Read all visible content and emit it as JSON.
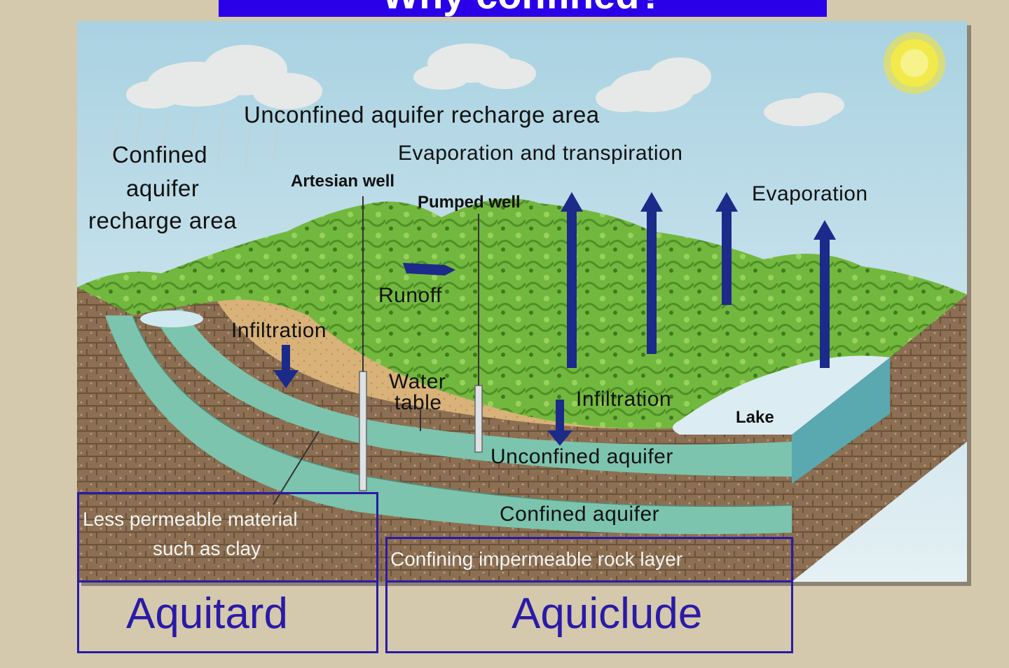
{
  "title": "Why confined?",
  "labels": {
    "unconfined_recharge": "Unconfined aquifer recharge area",
    "confined_recharge_1": "Confined",
    "confined_recharge_2": "aquifer",
    "confined_recharge_3": "recharge area",
    "evap_transpiration": "Evaporation and transpiration",
    "artesian_well": "Artesian well",
    "pumped_well": "Pumped well",
    "evaporation": "Evaporation",
    "runoff": "Runoff",
    "infiltration_left": "Infiltration",
    "water_table_1": "Water",
    "water_table_2": "table",
    "infiltration_right": "Infiltration",
    "lake": "Lake",
    "unconfined_aquifer": "Unconfined aquifer",
    "confined_aquifer": "Confined aquifer",
    "less_permeable_1": "Less permeable material",
    "less_permeable_2": "such as clay",
    "confining_layer": "Confining impermeable rock layer"
  },
  "boxes": {
    "aquitard": "Aquitard",
    "aquiclude": "Aquiclude"
  },
  "colors": {
    "banner": "#2a00e8",
    "box_border": "#2a1aa8",
    "arrows": "#1c2a8a",
    "aquifer": "#79c2ad",
    "soil": "#d9b57a",
    "rock": "#8a6e52",
    "hills": "#6fb83f",
    "sky": "#cfe6f0"
  }
}
